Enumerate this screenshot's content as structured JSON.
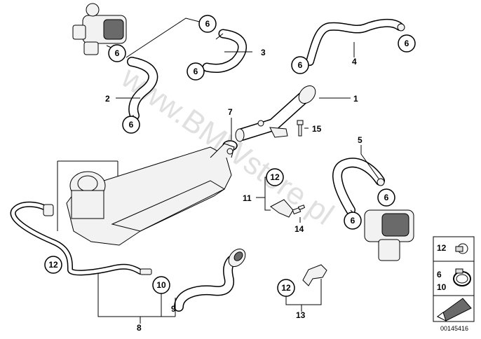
{
  "watermark": "www.BMWstore.pl",
  "diagram_id": "00145416",
  "callouts": {
    "c1": "1",
    "c2": "2",
    "c3": "3",
    "c4": "4",
    "c5": "5",
    "c7": "7",
    "c8": "8",
    "c9": "9",
    "c11": "11",
    "c13": "13",
    "c14": "14",
    "c15": "15"
  },
  "circled": {
    "six": "6",
    "ten": "10",
    "twelve": "12"
  },
  "legend": {
    "row1": "12",
    "row2a": "6",
    "row2b": "10"
  }
}
